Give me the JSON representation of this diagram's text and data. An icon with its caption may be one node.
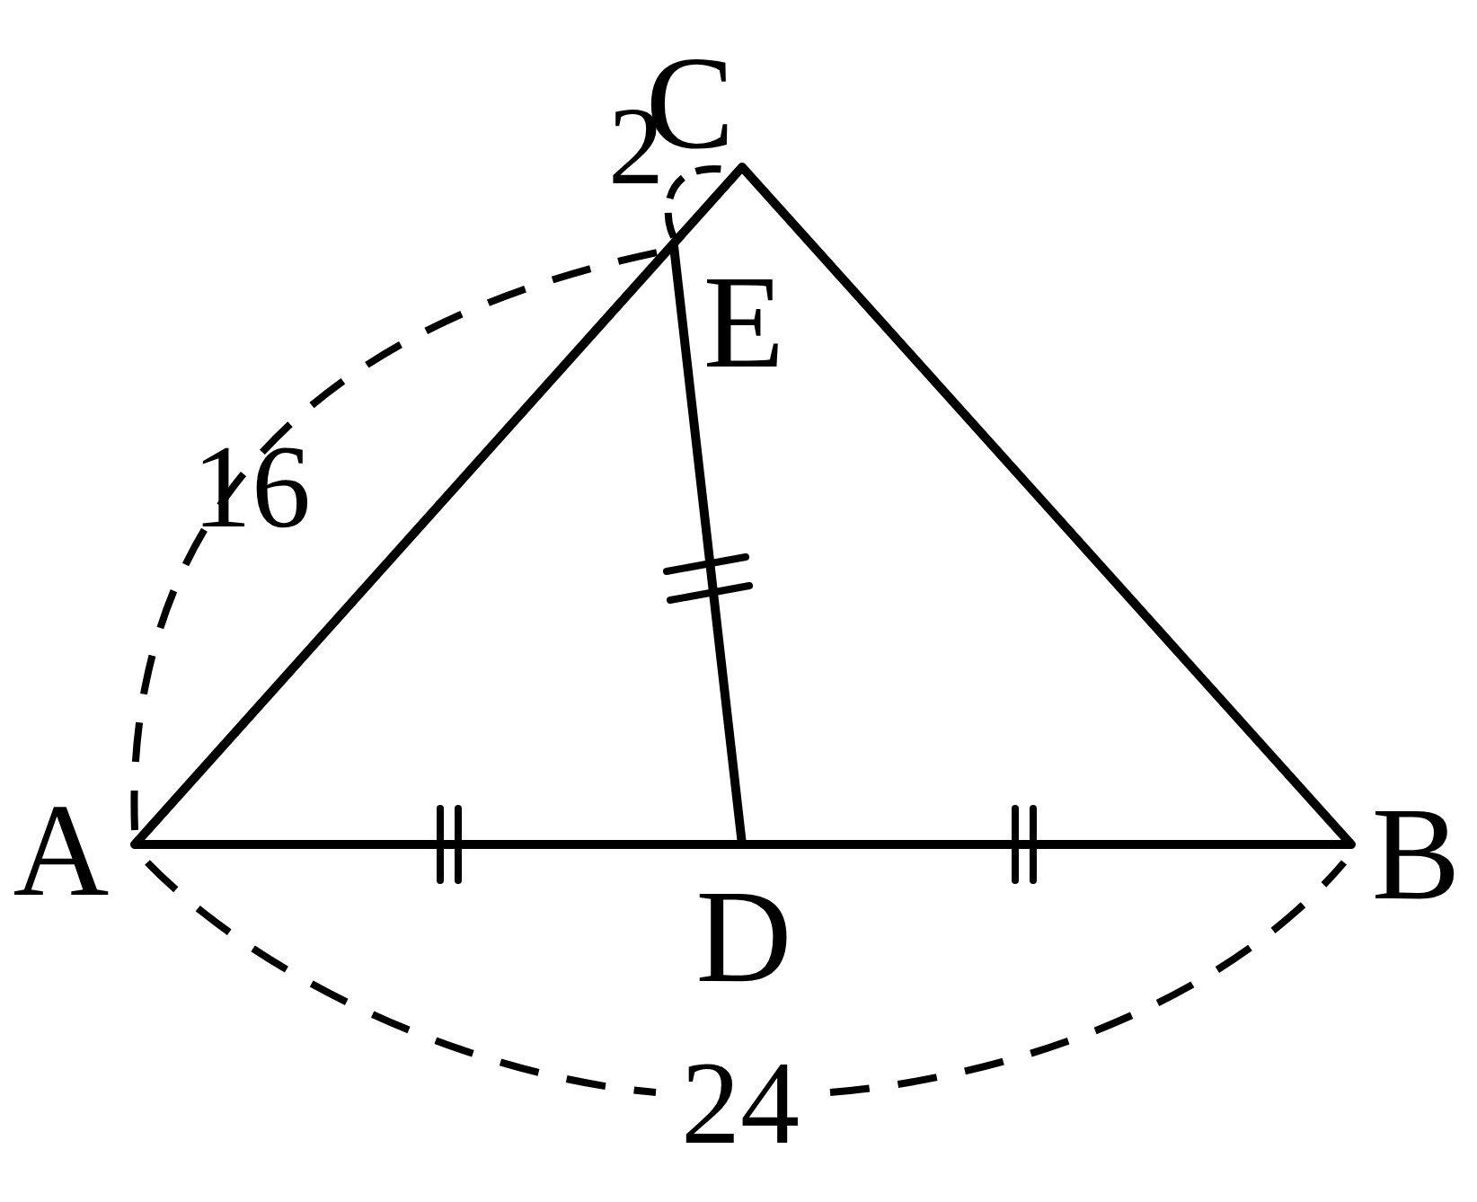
{
  "diagram": {
    "labels": [
      "C",
      "2",
      "E",
      "16",
      "A",
      "D",
      "B",
      "24"
    ]
  }
}
